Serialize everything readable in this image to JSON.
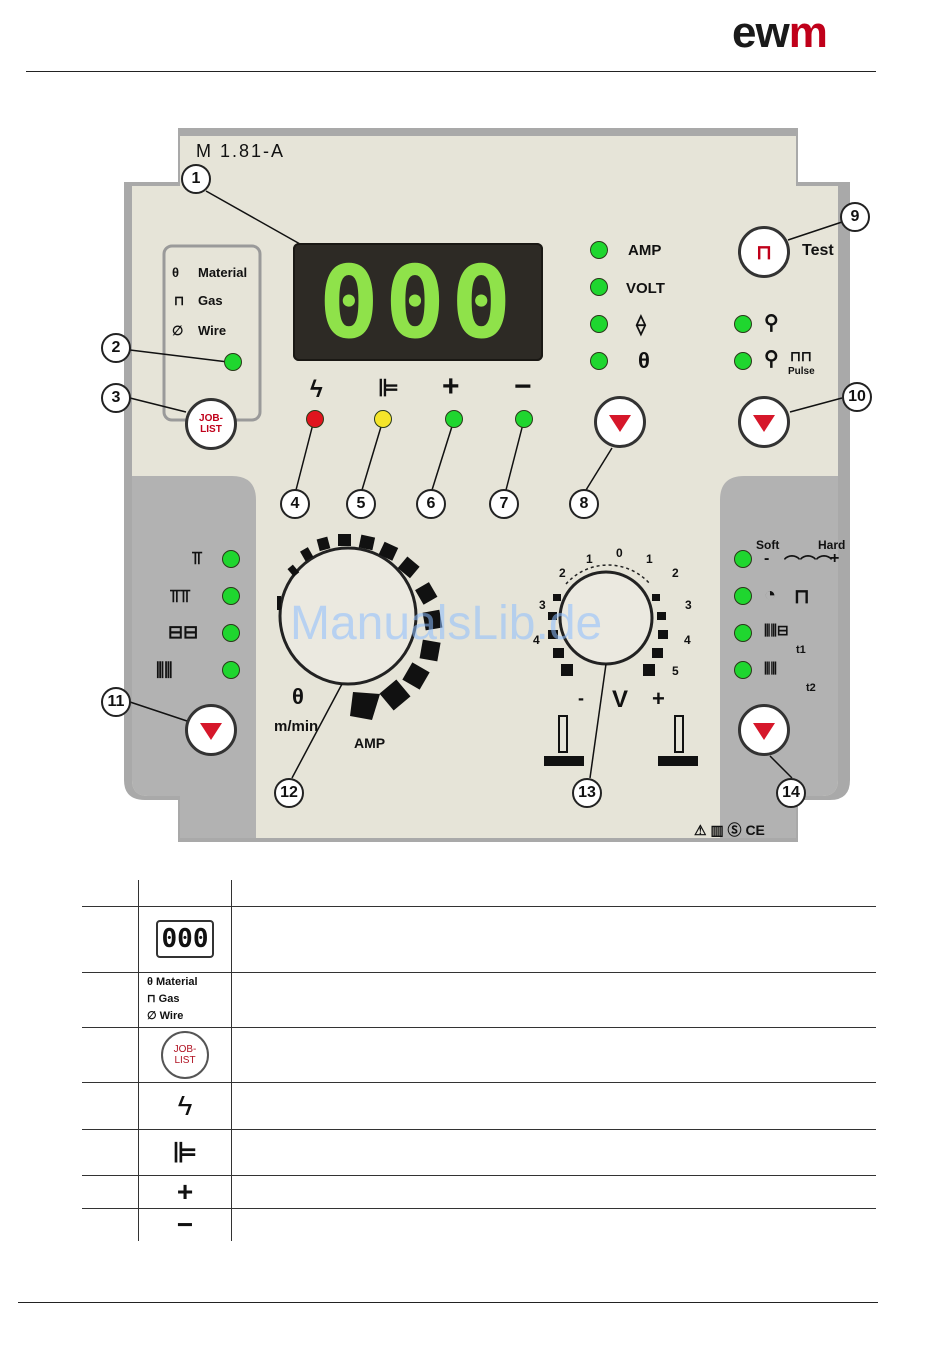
{
  "header": {
    "logo_prefix": "ew",
    "logo_m": "m"
  },
  "panel": {
    "model": "M 1.81-A",
    "display_value": "000",
    "job_labels": [
      "Material",
      "Gas",
      "Wire"
    ],
    "job_button_line1": "JOB-",
    "job_button_line2": "LIST",
    "param_labels": [
      "AMP",
      "VOLT"
    ],
    "test_label": "Test",
    "pulse_label": "Pulse",
    "wire_speed_unit": "m/min",
    "amp_label": "AMP",
    "volt_label": "V",
    "volt_minus": "-",
    "volt_plus": "+",
    "volt_scale_left": [
      "2",
      "1",
      "0",
      "1",
      "2"
    ],
    "volt_scale_sides": [
      "3",
      "4",
      "5"
    ],
    "choke_soft": "Soft",
    "choke_hard": "Hard",
    "choke_minus": "-",
    "choke_plus": "+",
    "t1": "t1",
    "t2": "t2",
    "callouts": [
      "1",
      "2",
      "3",
      "4",
      "5",
      "6",
      "7",
      "8",
      "9",
      "10",
      "11",
      "12",
      "13",
      "14"
    ],
    "led_colors": {
      "green": "#1fd62f",
      "red": "#e0141e",
      "yellow": "#f5e52a"
    },
    "watermark": "ManualsLib.de"
  },
  "legend_rows": [
    {
      "icon": "seven-segment-display-icon",
      "icon_text": "000"
    },
    {
      "icon": "material-gas-wire-icon",
      "lines": [
        "Material",
        "Gas",
        "Wire"
      ]
    },
    {
      "icon": "joblist-button-icon",
      "line1": "JOB-",
      "line2": "LIST"
    },
    {
      "icon": "fault-lightning-icon"
    },
    {
      "icon": "temperature-fault-icon"
    },
    {
      "icon": "plus-icon",
      "icon_text": "+"
    },
    {
      "icon": "minus-icon",
      "icon_text": "−"
    }
  ]
}
